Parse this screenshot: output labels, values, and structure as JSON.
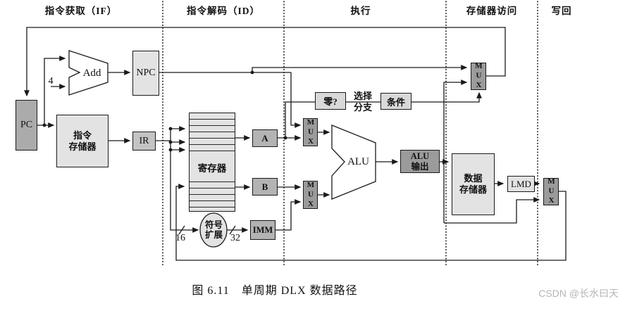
{
  "stages": {
    "if": "指令获取（IF）",
    "id": "指令解码（ID）",
    "ex": "执行",
    "mem": "存储器访问",
    "wb": "写回"
  },
  "blocks": {
    "pc": "PC",
    "adder": "Add",
    "adder_const": "4",
    "npc": "NPC",
    "instr_mem": [
      "指令",
      "存储器"
    ],
    "ir": "IR",
    "regfile": "寄存器",
    "a_reg": "A",
    "b_reg": "B",
    "sign_extend": [
      "符号",
      "扩展"
    ],
    "imm": "IMM",
    "mux": "MUX",
    "zero_test": "零?",
    "branch_select": [
      "选择",
      "分支"
    ],
    "condition": "条件",
    "alu": "ALU",
    "alu_output": [
      "ALU",
      "输出"
    ],
    "data_mem": [
      "数据",
      "存储器"
    ],
    "lmd": "LMD",
    "width_in": "16",
    "width_out": "32"
  },
  "caption": "图 6.11　单周期 DLX 数据路径",
  "watermark": "CSDN @长水曰天",
  "colors": {
    "background": "#ffffff",
    "box_light": "#e3e3e3",
    "box_medium": "#b3b3b3",
    "box_dark": "#9b9b9b",
    "line": "#1a1a1a",
    "watermark_text": "#b5b5b5"
  }
}
